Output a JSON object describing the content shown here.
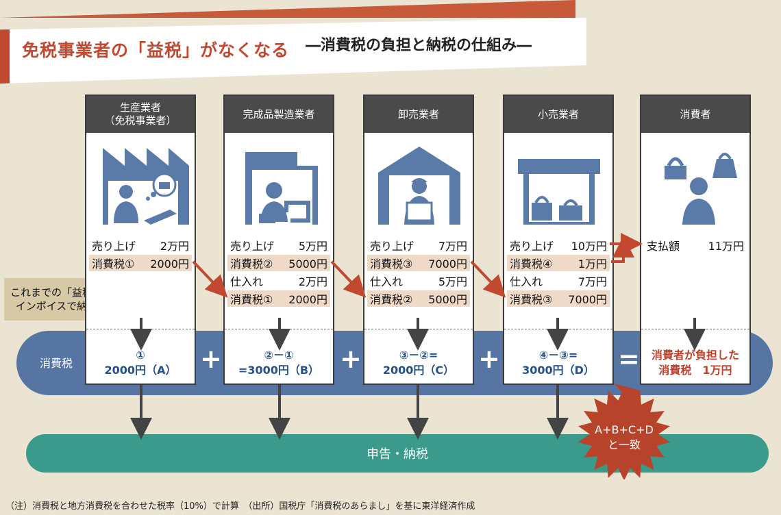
{
  "header": {
    "main_title": "免税事業者の「益税」がなくなる",
    "sub_title": "―消費税の負担と納税の仕組み―"
  },
  "columns": [
    {
      "head": [
        "生産業者",
        "（免税事業者）"
      ],
      "rows": [
        {
          "label": "売り上げ",
          "value": "2万円",
          "tax": false
        },
        {
          "label": "消費税①",
          "value": "2000円",
          "tax": true
        }
      ],
      "calc": [
        "①",
        "2000円（A）"
      ]
    },
    {
      "head": [
        "完成品製造業者"
      ],
      "rows": [
        {
          "label": "売り上げ",
          "value": "5万円",
          "tax": false
        },
        {
          "label": "消費税②",
          "value": "5000円",
          "tax": true
        },
        {
          "label": "仕入れ",
          "value": "2万円",
          "tax": false
        },
        {
          "label": "消費税①",
          "value": "2000円",
          "tax": true
        }
      ],
      "calc": [
        "②－①",
        "=3000円（B）"
      ]
    },
    {
      "head": [
        "卸売業者"
      ],
      "rows": [
        {
          "label": "売り上げ",
          "value": "7万円",
          "tax": false
        },
        {
          "label": "消費税③",
          "value": "7000円",
          "tax": true
        },
        {
          "label": "仕入れ",
          "value": "5万円",
          "tax": false
        },
        {
          "label": "消費税②",
          "value": "5000円",
          "tax": true
        }
      ],
      "calc": [
        "③－②=",
        "2000円（C）"
      ]
    },
    {
      "head": [
        "小売業者"
      ],
      "rows": [
        {
          "label": "売り上げ",
          "value": "10万円",
          "tax": false
        },
        {
          "label": "消費税④",
          "value": "1万円",
          "tax": true
        },
        {
          "label": "仕入れ",
          "value": "7万円",
          "tax": false
        },
        {
          "label": "消費税③",
          "value": "7000円",
          "tax": true
        }
      ],
      "calc": [
        "④－③=",
        "3000円（D）"
      ]
    },
    {
      "head": [
        "消費者"
      ],
      "rows": [
        {
          "label": "支払額",
          "value": "11万円",
          "tax": false
        }
      ],
      "calc": [
        "消費者が負担した",
        "消費税　1万円"
      ]
    }
  ],
  "tax_band_label": "消費税",
  "operators": [
    "+",
    "+",
    "+",
    "="
  ],
  "filing_label": "申告・納税",
  "callout": [
    "これまでの「益税」が",
    "インボイスで納税に"
  ],
  "burst": [
    "A+B+C+D",
    "と一致"
  ],
  "footnote": "（注）消費税と地方消費税を合わせた税率（10%）で計算　（出所）国税庁「消費税のあらまし」を基に東洋経済作成",
  "colors": {
    "accent_red": "#c0492f",
    "band_blue": "#5675a2",
    "band_green": "#3a9a8c",
    "icon_blue": "#5a7aa8",
    "tax_row": "#efdac8",
    "header_gray": "#4a4a4a",
    "burst_red": "#b8432b"
  },
  "icons": [
    "factory-icon",
    "sewing-workshop-icon",
    "warehouse-icon",
    "shop-icon",
    "consumer-icon"
  ]
}
